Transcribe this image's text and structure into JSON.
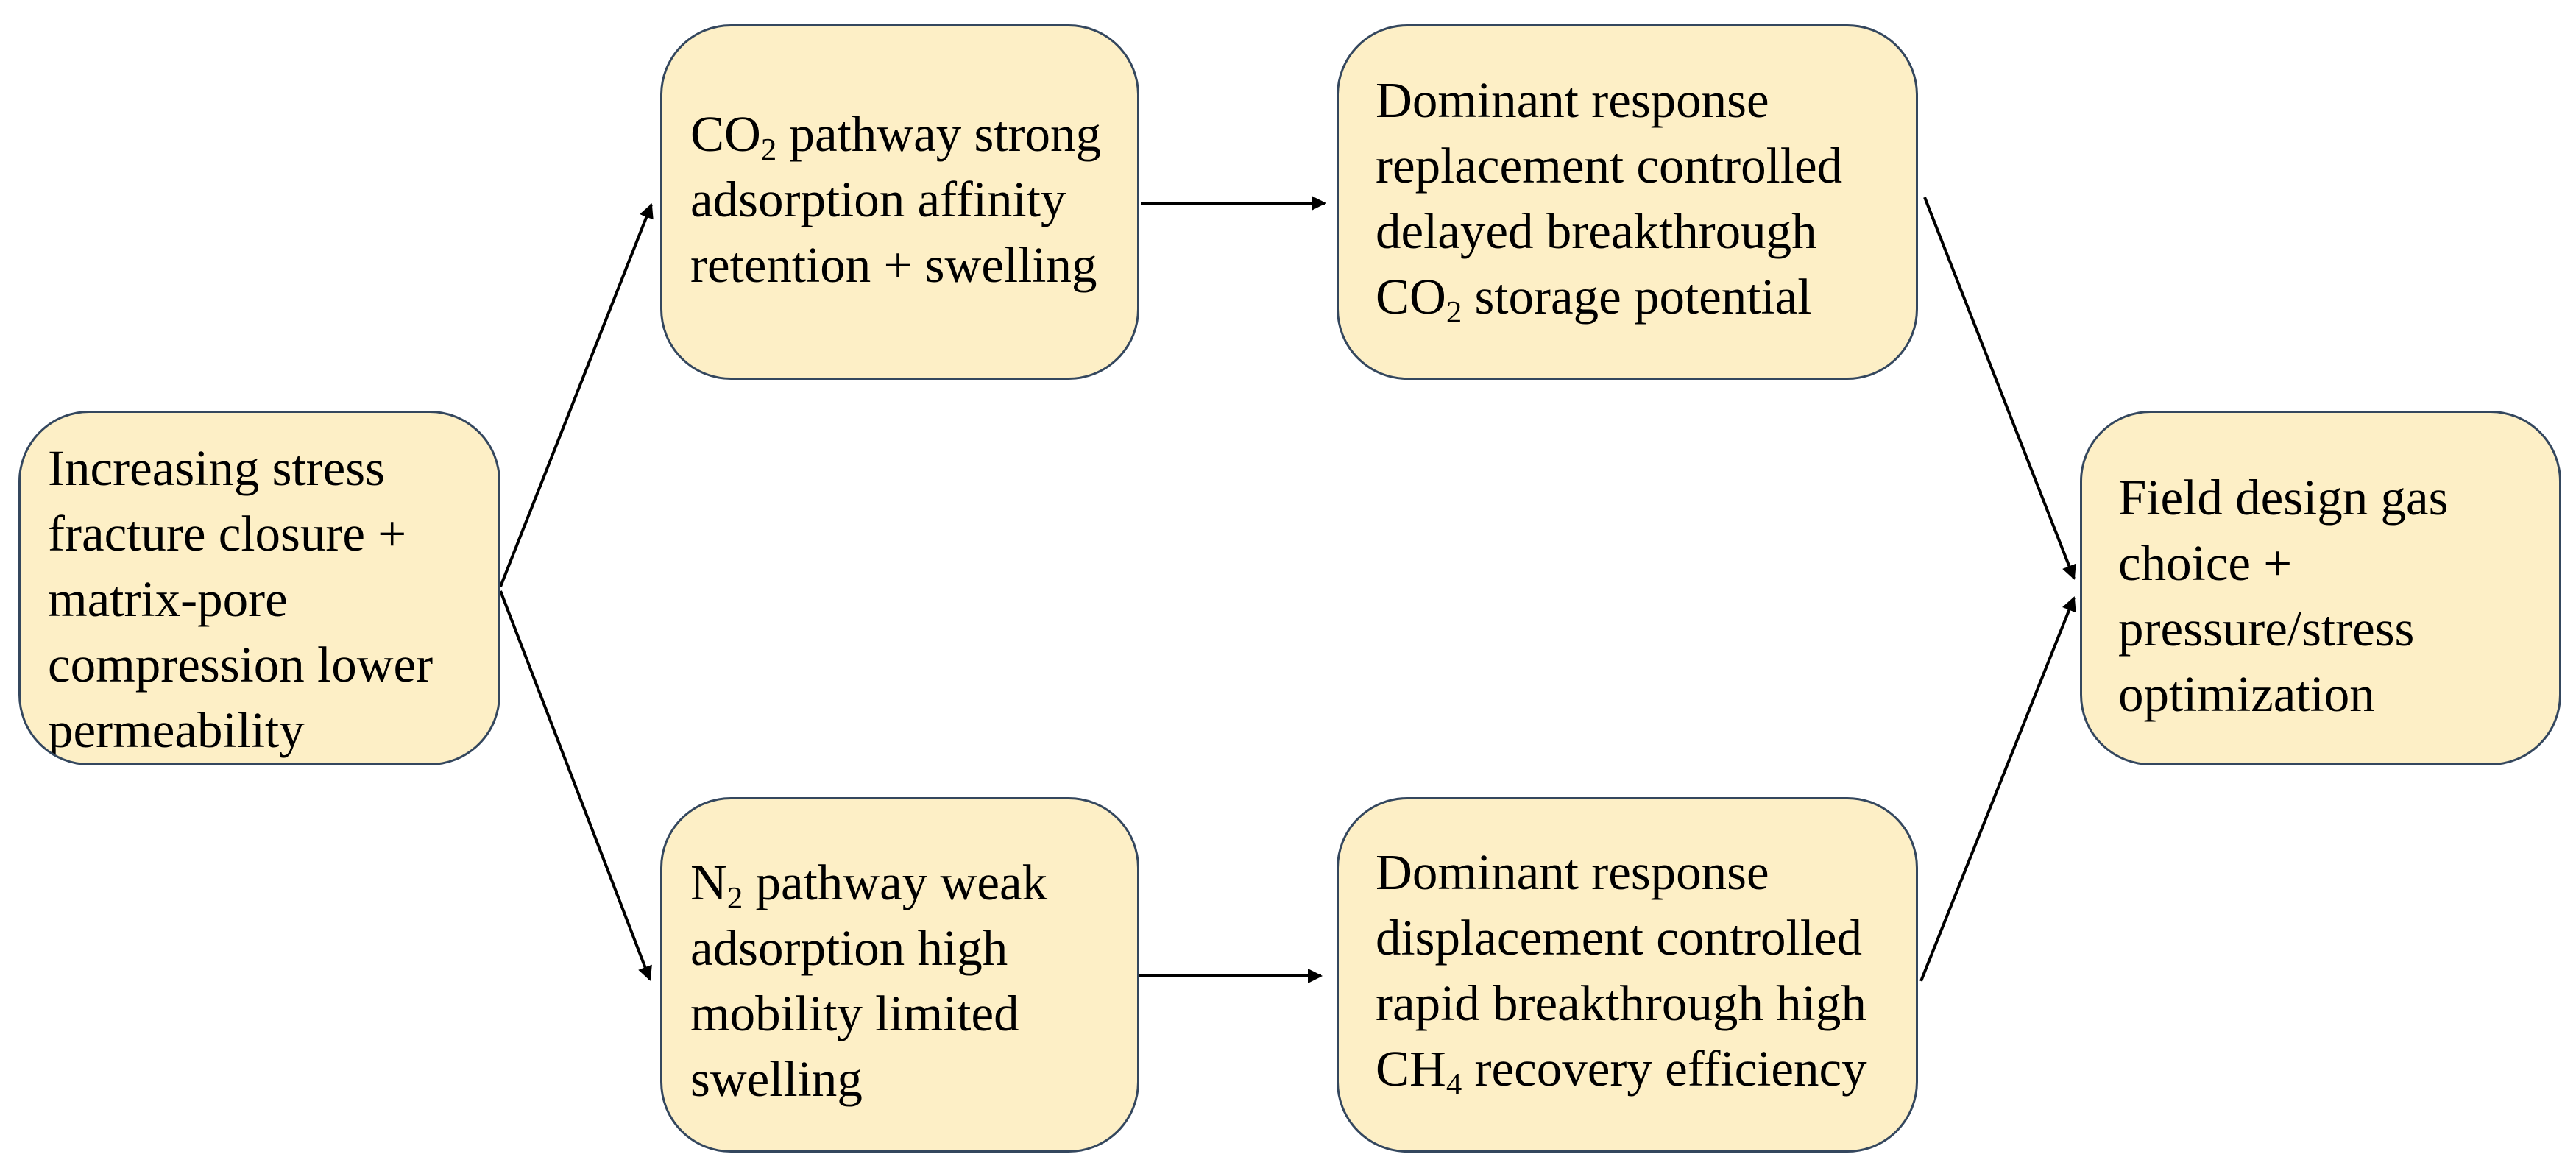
{
  "nodes": {
    "start": {
      "lines": [
        "Increasing stress",
        "fracture closure +",
        "matrix-pore",
        "compression lower",
        "permeability"
      ]
    },
    "co2_pathway": {
      "line1_pre": "CO",
      "line1_sub": "2",
      "line1_post": " pathway strong",
      "line2": "adsorption affinity",
      "line3": "retention + swelling"
    },
    "co2_response": {
      "line1": "Dominant response",
      "line2": "replacement controlled",
      "line3": "delayed breakthrough",
      "line4_pre": "CO",
      "line4_sub": "2",
      "line4_post": " storage potential"
    },
    "n2_pathway": {
      "line1_pre": "N",
      "line1_sub": "2",
      "line1_post": " pathway weak",
      "line2": "adsorption high",
      "line3": "mobility limited",
      "line4": "swelling"
    },
    "n2_response": {
      "line1": "Dominant response",
      "line2": "displacement controlled",
      "line3": "rapid breakthrough high",
      "line4_pre": "CH",
      "line4_sub": "4",
      "line4_post": " recovery efficiency"
    },
    "field_design": {
      "lines": [
        "Field design gas",
        "choice +",
        "pressure/stress",
        "optimization"
      ]
    }
  },
  "colors": {
    "node_fill": "#fdefc6",
    "node_border": "#34475e",
    "arrow": "#000000"
  }
}
